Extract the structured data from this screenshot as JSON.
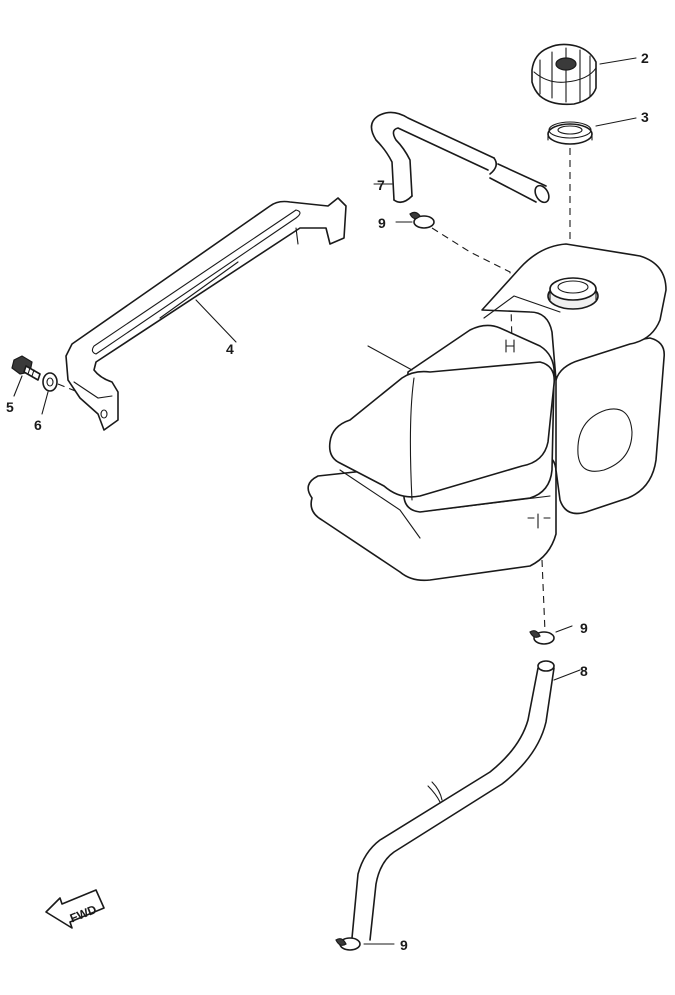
{
  "callouts": {
    "cap": "2",
    "gasket": "3",
    "bracket": "4",
    "bolt": "5",
    "washer": "6",
    "breather_hose": "7",
    "drain_hose": "8",
    "clip_top": "9",
    "clip_mid": "9",
    "clip_bottom": "9"
  },
  "fwd_label": "FWD"
}
